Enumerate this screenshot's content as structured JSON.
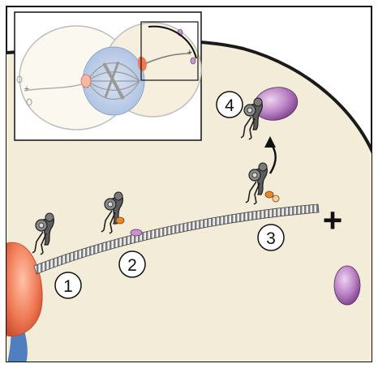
{
  "figure": {
    "step_labels": [
      "1",
      "2",
      "3",
      "4"
    ],
    "microtubule_plus_label": "+",
    "inset": {
      "minus_label": "+",
      "plus_label": "+"
    },
    "colors": {
      "cell_fill": "#f3ecd9",
      "cell_outline": "#1a1a1a",
      "cortex_patch": "#b57cc0",
      "kinetochore_orange": "#f07a55",
      "membrane_blue": "#4f7fbf",
      "spindle_blue": "#b9cbe6",
      "motor_gray": "#6e6e6e",
      "cargo_orange": "#e88a2c"
    }
  }
}
